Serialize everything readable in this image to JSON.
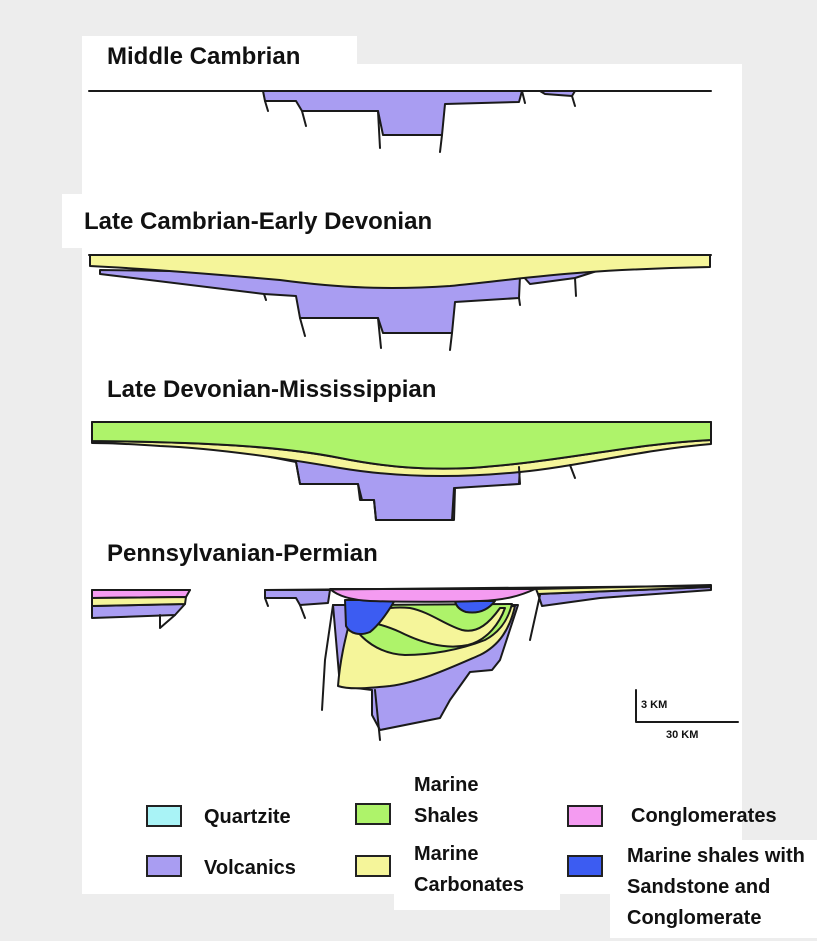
{
  "sections": [
    {
      "title": "Middle Cambrian"
    },
    {
      "title": "Late Cambrian-Early Devonian"
    },
    {
      "title": "Late Devonian-Mississippian"
    },
    {
      "title": "Pennsylvanian-Permian"
    }
  ],
  "scale_bar": {
    "vertical_label": "3 KM",
    "horizontal_label": "30 KM"
  },
  "legend": {
    "items": [
      {
        "lines": [
          "Quartzite"
        ],
        "color": "#a9f3f6"
      },
      {
        "lines": [
          "Volcanics"
        ],
        "color": "#a99df2"
      },
      {
        "lines": [
          "Marine",
          "Shales"
        ],
        "color": "#aef36a"
      },
      {
        "lines": [
          "Marine",
          "Carbonates"
        ],
        "color": "#f5f59a"
      },
      {
        "lines": [
          "Conglomerates"
        ],
        "color": "#f49bf1"
      },
      {
        "lines": [
          "Marine shales with",
          "Sandstone and",
          "Conglomerate"
        ],
        "color": "#3c5cf2"
      }
    ]
  },
  "colors": {
    "volcanics": "#a99df2",
    "marine_shales": "#aef36a",
    "marine_carbonates": "#f5f59a",
    "conglomerates": "#f49bf1",
    "marine_shales_sandstone": "#3c5cf2",
    "outline": "#1a1a1a"
  }
}
